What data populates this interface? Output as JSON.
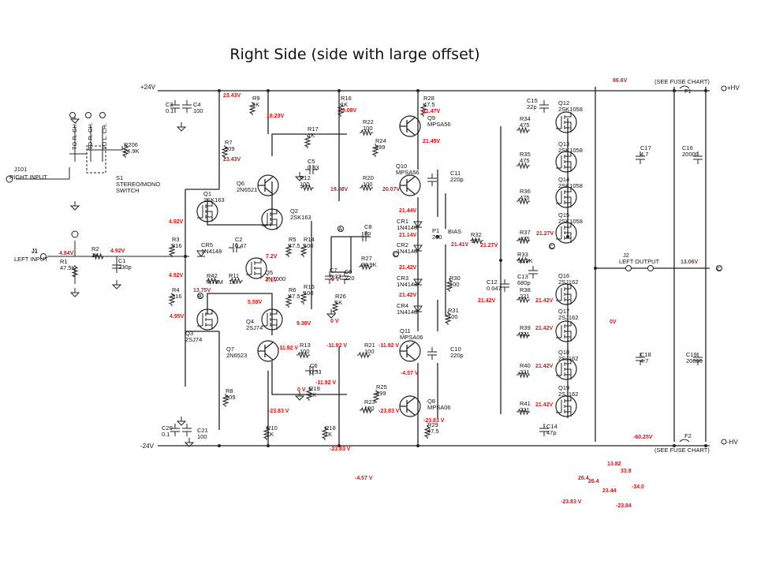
{
  "title": "Right Side (side with large offset)",
  "colors": {
    "wire": "#222222",
    "voltage": "#e01010",
    "background": "#ffffff"
  },
  "rails": {
    "pos24": "+24V",
    "neg24": "-24V",
    "pos_hv": "+HV",
    "neg_hv": "-HV",
    "fuse_chart_top": "(SEE FUSE CHART)",
    "fuse_chart_bottom": "(SEE FUSE CHART)"
  },
  "connectors": {
    "j101": "J101",
    "right_input": "RIGHT INPUT",
    "j1": "J1",
    "left_input": "LEFT INPUT",
    "j2": "J2",
    "left_output": "LEFT OUTPUT",
    "to_r_ch_1": "TO R. CH.",
    "to_r_ch_2": "TO R. CH.",
    "to_l_ch": "TO L. CH.",
    "s1": "S1",
    "s1_desc_1": "STEREO/MONO",
    "s1_desc_2": "SWITCH",
    "bias": "BIAS",
    "node_a": "A",
    "node_b": "B",
    "node_c": "C"
  },
  "components": [
    {
      "ref": "C3",
      "val": "0.1"
    },
    {
      "ref": "C4",
      "val": "100"
    },
    {
      "ref": "R9",
      "val": "1K"
    },
    {
      "ref": "R16",
      "val": "1K"
    },
    {
      "ref": "R28",
      "val": "47.5"
    },
    {
      "ref": "Q9",
      "val": "MPSA56"
    },
    {
      "ref": "R206",
      "val": "24.9K"
    },
    {
      "ref": "R7",
      "val": "909"
    },
    {
      "ref": "R17",
      "val": "1K"
    },
    {
      "ref": "C5",
      "val": "0.33"
    },
    {
      "ref": "R22",
      "val": "100"
    },
    {
      "ref": "R24",
      "val": "499"
    },
    {
      "ref": "Q6",
      "val": "2N6521"
    },
    {
      "ref": "R12",
      "val": "100"
    },
    {
      "ref": "R20",
      "val": "100"
    },
    {
      "ref": "Q10",
      "val": "MPSA56"
    },
    {
      "ref": "C11",
      "val": "220p"
    },
    {
      "ref": "Q1",
      "val": "2SK163"
    },
    {
      "ref": "Q2",
      "val": "2SK163"
    },
    {
      "ref": "R3",
      "val": "316"
    },
    {
      "ref": "CR5",
      "val": "1N4148"
    },
    {
      "ref": "C2",
      "val": "0.47"
    },
    {
      "ref": "R5",
      "val": "47.5"
    },
    {
      "ref": "R14",
      "val": "100"
    },
    {
      "ref": "C8",
      "val": "8p"
    },
    {
      "ref": "R27",
      "val": "24.9K"
    },
    {
      "ref": "CR1",
      "val": "1N4148"
    },
    {
      "ref": "CR2",
      "val": "1N4148"
    },
    {
      "ref": "P1",
      "val": "200"
    },
    {
      "ref": "R32",
      "val": "1K"
    },
    {
      "ref": "R2",
      "val": "1K"
    },
    {
      "ref": "R1",
      "val": "47.5K"
    },
    {
      "ref": "C1",
      "val": "330p"
    },
    {
      "ref": "R42",
      "val": "4.75M"
    },
    {
      "ref": "R11",
      "val": "1K"
    },
    {
      "ref": "Q5",
      "val": "2N7000"
    },
    {
      "ref": "C7",
      "val": "0.33"
    },
    {
      "ref": "C9",
      "val": "220"
    },
    {
      "ref": "R30",
      "val": "100"
    },
    {
      "ref": "CR3",
      "val": "1N4148"
    },
    {
      "ref": "R4",
      "val": "316"
    },
    {
      "ref": "R6",
      "val": "47.5"
    },
    {
      "ref": "R15",
      "val": "100"
    },
    {
      "ref": "R26",
      "val": "1K"
    },
    {
      "ref": "CR4",
      "val": "1N4148"
    },
    {
      "ref": "R31",
      "val": "100"
    },
    {
      "ref": "Q3",
      "val": "2SJ74"
    },
    {
      "ref": "Q4",
      "val": "2SJ74"
    },
    {
      "ref": "Q7",
      "val": "2N6523"
    },
    {
      "ref": "R13",
      "val": "100"
    },
    {
      "ref": "R21",
      "val": "100"
    },
    {
      "ref": "Q11",
      "val": "MPSA06"
    },
    {
      "ref": "C10",
      "val": "220p"
    },
    {
      "ref": "C6",
      "val": "0.33"
    },
    {
      "ref": "R19",
      "val": "1K"
    },
    {
      "ref": "R25",
      "val": "499"
    },
    {
      "ref": "R8",
      "val": "909"
    },
    {
      "ref": "R23",
      "val": "100"
    },
    {
      "ref": "Q8",
      "val": "MPSA06"
    },
    {
      "ref": "C20",
      "val": "0.1"
    },
    {
      "ref": "C21",
      "val": "100"
    },
    {
      "ref": "R10",
      "val": "1K"
    },
    {
      "ref": "R18",
      "val": "1K"
    },
    {
      "ref": "R29",
      "val": "47.5"
    },
    {
      "ref": "C15",
      "val": "22p"
    },
    {
      "ref": "Q12",
      "val": "2SK1058"
    },
    {
      "ref": "R34",
      "val": "475"
    },
    {
      "ref": "Q13",
      "val": "2SK1058"
    },
    {
      "ref": "R35",
      "val": "475"
    },
    {
      "ref": "Q14",
      "val": "2SK1058"
    },
    {
      "ref": "R36",
      "val": "475"
    },
    {
      "ref": "Q15",
      "val": "2SK1058"
    },
    {
      "ref": "R37",
      "val": "475"
    },
    {
      "ref": "R33",
      "val": "56.2K"
    },
    {
      "ref": "C13",
      "val": "680p"
    },
    {
      "ref": "C12",
      "val": "0.047"
    },
    {
      "ref": "Q16",
      "val": "2SJ162"
    },
    {
      "ref": "R38",
      "val": "221"
    },
    {
      "ref": "Q17",
      "val": "2SJ162"
    },
    {
      "ref": "R39",
      "val": "221"
    },
    {
      "ref": "Q18",
      "val": "2SJ162"
    },
    {
      "ref": "R40",
      "val": "221"
    },
    {
      "ref": "Q19",
      "val": "2SJ162"
    },
    {
      "ref": "R41",
      "val": "221"
    },
    {
      "ref": "C14",
      "val": "47p"
    },
    {
      "ref": "C17",
      "val": "4.7"
    },
    {
      "ref": "C16",
      "val": "20000"
    },
    {
      "ref": "C18",
      "val": "4.7"
    },
    {
      "ref": "C19",
      "val": "20000"
    },
    {
      "ref": "F1",
      "val": ""
    },
    {
      "ref": "F2",
      "val": ""
    },
    {
      "ref": "J1",
      "val": ""
    }
  ],
  "voltages": [
    "23.43V",
    "18.23V",
    "19.08V",
    "21.47V",
    "21.45V",
    "23.43V",
    "86.6V",
    "19.08V",
    "20.07V",
    "21.44V",
    "21.14V",
    "21.41V",
    "21.27V",
    "21.27V",
    "4.92V",
    "4.84V",
    "4.92V",
    "7.2V",
    "7.1V",
    "0 V",
    "4.92V",
    "13.75V",
    "5.59V",
    "9.38V",
    "0 V",
    "4.95V",
    "21.42V",
    "21.42V",
    "21.42V",
    "21.42V",
    "13.06V",
    "0V",
    "21.42V",
    "21.42V",
    "21.42V",
    "-11.92 V",
    "-11.92 V",
    "-11.92 V",
    "-4.57 V",
    "-11.92 V",
    "0 V",
    "-23.83 V",
    "-23.83 V",
    "-23.83 V",
    "-23.83 V",
    "-60.25V",
    "-4.57 V",
    "13.82",
    "33.9",
    "26.4",
    "26.4",
    "-34.0",
    "23.44",
    "-23.83 V",
    "-23.84"
  ]
}
